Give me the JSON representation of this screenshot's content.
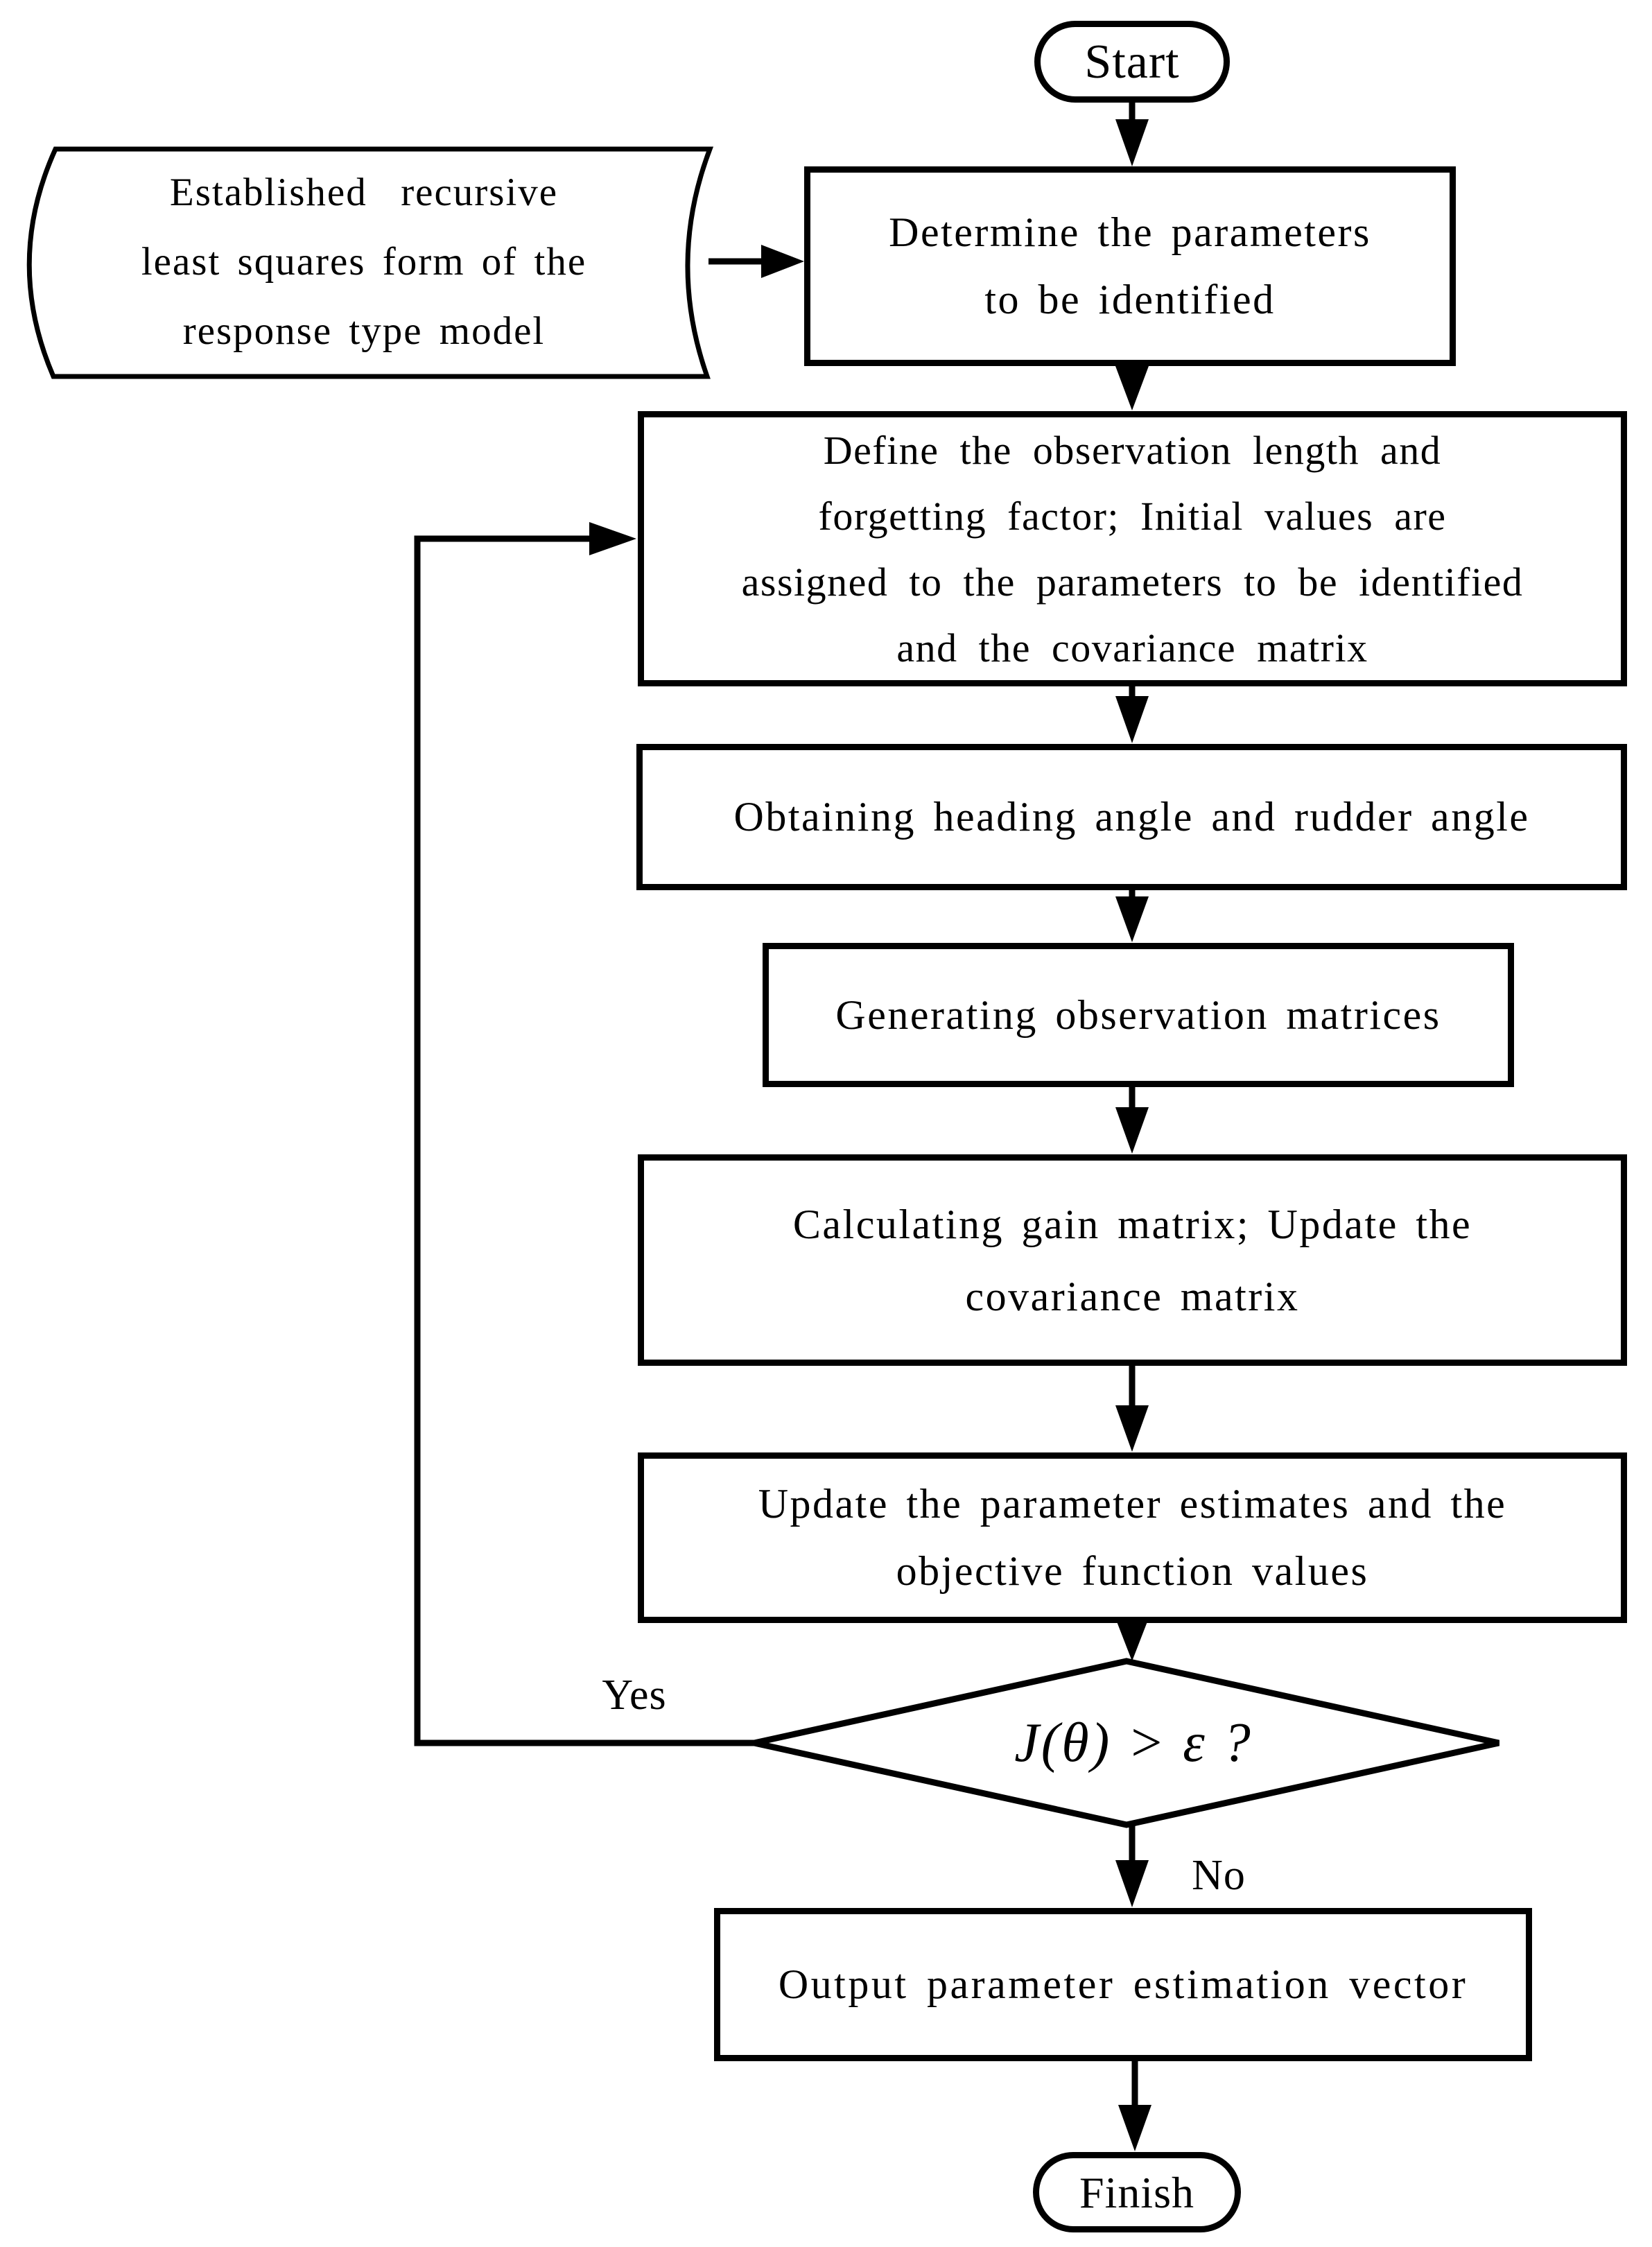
{
  "flowchart": {
    "colors": {
      "stroke": "#000000",
      "fill": "#ffffff",
      "text": "#000000"
    },
    "nodes": {
      "start": {
        "shape": "terminator",
        "label": "Start"
      },
      "input": {
        "shape": "stored-data",
        "lines": [
          "Established  recursive",
          "least squares form of the",
          "response type model"
        ]
      },
      "determine": {
        "shape": "process",
        "lines": [
          "Determine the parameters",
          "to be identified"
        ]
      },
      "define": {
        "shape": "process",
        "lines": [
          "Define the observation length and",
          "forgetting factor; Initial values are",
          "assigned to the parameters to be identified",
          "and the covariance matrix"
        ]
      },
      "obtaining": {
        "shape": "process",
        "lines": [
          "Obtaining heading angle and rudder angle"
        ]
      },
      "generating": {
        "shape": "process",
        "lines": [
          "Generating observation matrices"
        ]
      },
      "calculating": {
        "shape": "process",
        "lines": [
          "Calculating gain matrix; Update the",
          "covariance matrix"
        ]
      },
      "update": {
        "shape": "process",
        "lines": [
          "Update the parameter estimates and the",
          "objective function values"
        ]
      },
      "decision": {
        "shape": "decision",
        "label": "J(θ) > ε ?"
      },
      "output": {
        "shape": "process",
        "lines": [
          "Output parameter estimation vector"
        ]
      },
      "finish": {
        "shape": "terminator",
        "label": "Finish"
      }
    },
    "edge_labels": {
      "yes": "Yes",
      "no": "No"
    },
    "edges": [
      {
        "from": "start",
        "to": "determine"
      },
      {
        "from": "input",
        "to": "determine"
      },
      {
        "from": "determine",
        "to": "define"
      },
      {
        "from": "define",
        "to": "obtaining"
      },
      {
        "from": "obtaining",
        "to": "generating"
      },
      {
        "from": "generating",
        "to": "calculating"
      },
      {
        "from": "calculating",
        "to": "update"
      },
      {
        "from": "update",
        "to": "decision"
      },
      {
        "from": "decision",
        "to": "define",
        "label": "Yes"
      },
      {
        "from": "decision",
        "to": "output",
        "label": "No"
      },
      {
        "from": "output",
        "to": "finish"
      }
    ]
  }
}
